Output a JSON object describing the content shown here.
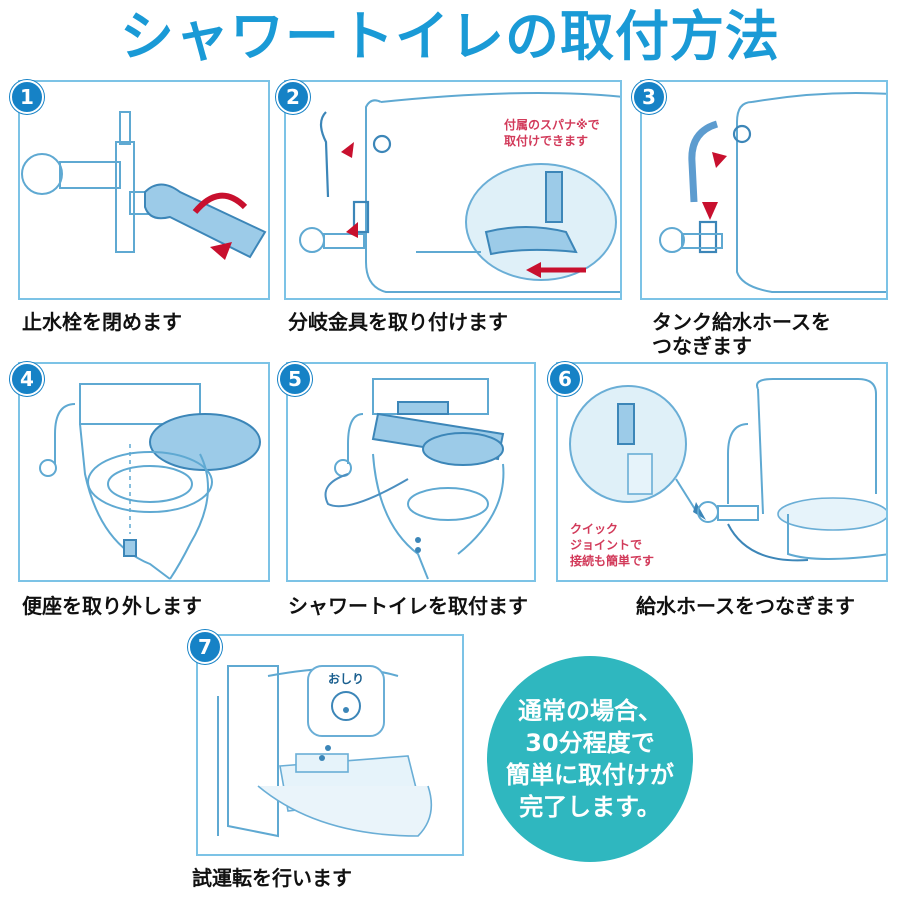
{
  "title": "シャワートイレの取付方法",
  "colors": {
    "title": "#1a9ad6",
    "badge": "#1682c6",
    "panel_border": "#7cc3e6",
    "circle": "#2fb7bf",
    "note": "#d23a5a"
  },
  "steps": [
    {
      "number": "1",
      "caption": "止水栓を閉めます"
    },
    {
      "number": "2",
      "caption": "分岐金具を取り付けます",
      "note": [
        "付属のスパナ※で",
        "取付けできます"
      ]
    },
    {
      "number": "3",
      "caption_lines": [
        "タンク給水ホースを",
        "つなぎます"
      ]
    },
    {
      "number": "4",
      "caption": "便座を取り外します"
    },
    {
      "number": "5",
      "caption": "シャワートイレを取付ます"
    },
    {
      "number": "6",
      "caption": "給水ホースをつなぎます",
      "note": [
        "クイック",
        "ジョイントで",
        "接続も簡単です"
      ]
    },
    {
      "number": "7",
      "caption": "試運転を行います",
      "remote_label": "おしり"
    }
  ],
  "info_circle": [
    "通常の場合、",
    "30分程度で",
    "簡単に取付けが",
    "完了します。"
  ]
}
